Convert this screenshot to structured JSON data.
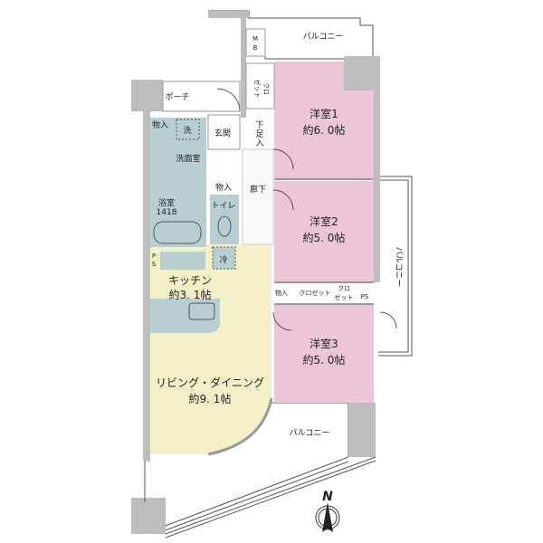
{
  "rooms": {
    "western1": {
      "name": "洋室1",
      "size": "約6. 0帖"
    },
    "western2": {
      "name": "洋室2",
      "size": "約5. 0帖"
    },
    "western3": {
      "name": "洋室3",
      "size": "約5. 0帖"
    },
    "kitchen": {
      "name": "キッチン",
      "size": "約3. 1帖"
    },
    "living": {
      "name": "リビング・ダイニング",
      "size": "約9. 1帖"
    },
    "bath": {
      "name": "浴室",
      "size": "1418"
    },
    "washroom": "洗面室",
    "laundry": "洗",
    "entrance": "玄関",
    "shoe_storage": [
      "下",
      "足",
      "入"
    ],
    "hallway": "廊下",
    "toilet": "トイレ",
    "storage_wash": "物入",
    "storage_hall": "物入",
    "storage_w3": "物入",
    "fridge": "冷",
    "porch": "ポーチ",
    "mb": [
      "M",
      "B"
    ],
    "closet_top": [
      "クロ",
      "ゼット"
    ],
    "closet_w2": "クロゼット",
    "closet_w3": [
      "クロ",
      "ゼット"
    ],
    "ps_right": "PS",
    "ps_kitchen": [
      "P",
      "S"
    ],
    "balcony_top": "バルコニー",
    "balcony_right": "バルコニー",
    "balcony_bottom": "バルコニー"
  },
  "compass": {
    "label": "N"
  },
  "colors": {
    "western": "#ecc6d6",
    "living": "#f3f0c8",
    "wet": "#b8ced0",
    "wall": "#bdbdbd"
  }
}
